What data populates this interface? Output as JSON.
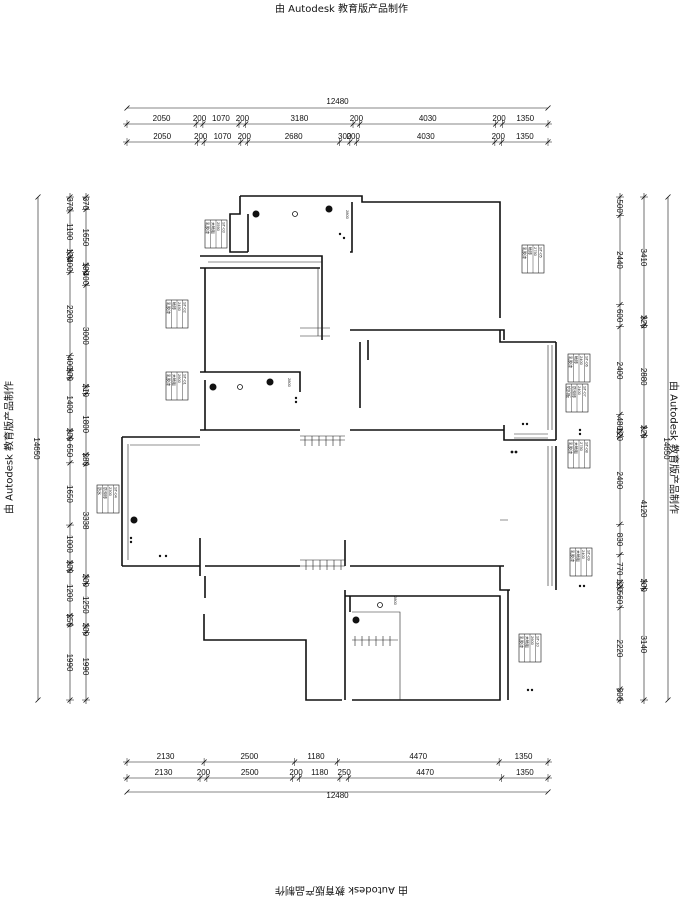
{
  "watermark": "由 Autodesk 教育版产品制作",
  "top_dims": {
    "total": "12480",
    "row1": [
      "2050",
      "200",
      "1070",
      "200",
      "3180",
      "200",
      "4030",
      "200",
      "1350"
    ],
    "row2": [
      "2050",
      "200",
      "1070",
      "200",
      "2680",
      "300",
      "200",
      "4030",
      "200",
      "1350"
    ]
  },
  "bottom_dims": {
    "total": "12480",
    "row1": [
      "2130",
      "2500",
      "1180",
      "4470",
      "1350"
    ],
    "row2": [
      "2130",
      "200",
      "2500",
      "200",
      "1180",
      "250",
      "4470",
      "1350"
    ]
  },
  "left_dims": {
    "total": "14650",
    "outer": [
      "370",
      "1100",
      "130",
      "400",
      "2200",
      "400",
      "200",
      "1400",
      "200",
      "650",
      "1650",
      "1000",
      "200",
      "1200",
      "250",
      "1990"
    ],
    "inner": [
      "370",
      "1650",
      "190",
      "400",
      "3000",
      "210",
      "1800",
      "280",
      "3338",
      "200",
      "1250",
      "200",
      "1990"
    ]
  },
  "right_dims": {
    "total": "14650",
    "outer": [
      "3410",
      "220",
      "2880",
      "220",
      "4120",
      "200",
      "3140"
    ],
    "inner": [
      "500",
      "2440",
      "600",
      "2400",
      "480",
      "120",
      "2400",
      "830",
      "770",
      "120",
      "560",
      "2220",
      "300"
    ]
  },
  "room_tags": [
    [
      "ST-03",
      "2590",
      "木地板",
      "乳胶漆"
    ],
    [
      "ST-02",
      "2450",
      "地砖",
      "乳胶漆"
    ],
    [
      "ST-01",
      "2600",
      "木地板",
      "乳胶漆"
    ],
    [
      "ST-04",
      "2300",
      "防滑砖",
      "防水"
    ],
    [
      "ST-05",
      "2750",
      "地砖",
      "乳胶漆"
    ],
    [
      "ST-06",
      "2400",
      "地砖",
      "乳胶漆"
    ],
    [
      "ST-07",
      "2400",
      "防滑砖",
      "铝扣板"
    ],
    [
      "ST-08",
      "2750",
      "木地板",
      "乳胶漆"
    ],
    [
      "ST-09",
      "2400",
      "木地板",
      "乳胶漆"
    ],
    [
      "ST-10",
      "2600",
      "木地板",
      "乳胶漆"
    ]
  ],
  "fixture_labels": [
    "2800",
    "2800",
    "2800"
  ]
}
